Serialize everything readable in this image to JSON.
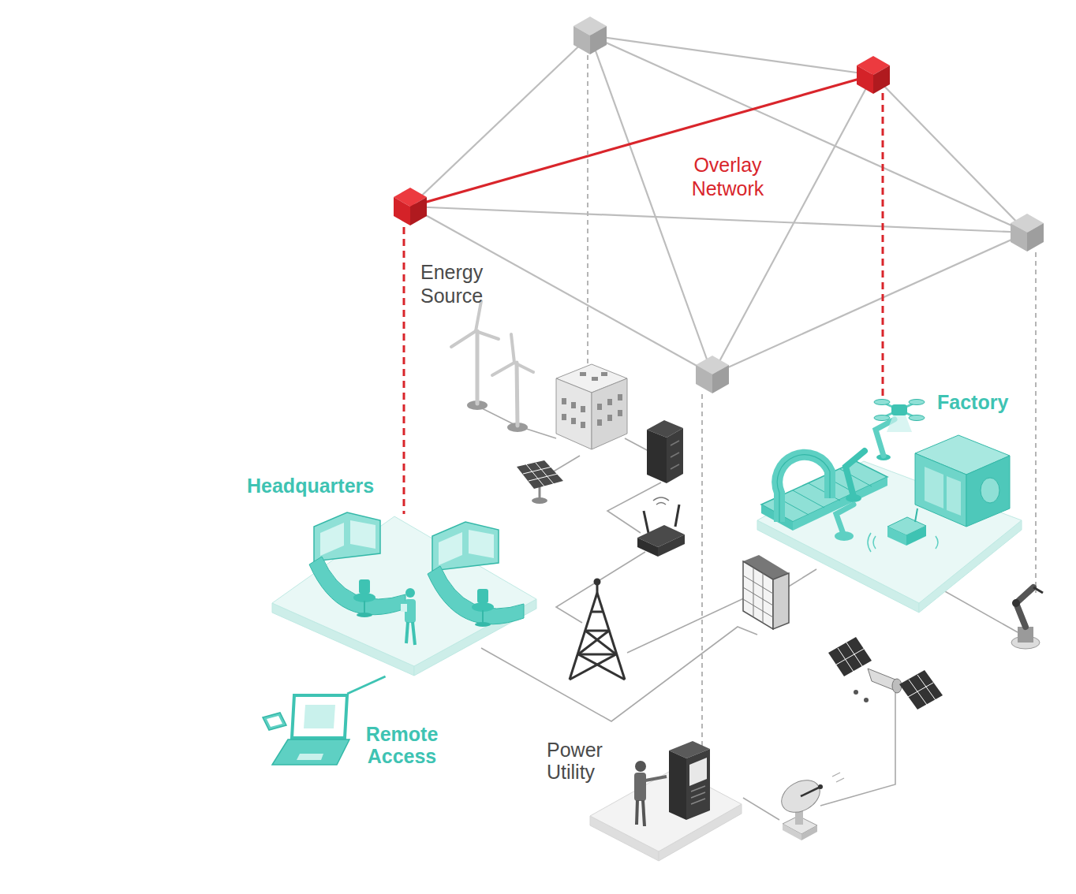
{
  "diagram": {
    "nodes": [
      {
        "text": [
          "Factory"
        ]
      },
      {
        "text": [
          "Headquarters"
        ]
      },
      {
        "text": [
          "Remote Access"
        ]
      },
      {
        "text": [
          "Power Utility"
        ]
      }
    ],
    "edges": [
      {
        "from": 2,
        "to": 1,
        "arrow": "none"
      }
    ],
    "labels": [
      "Overlay Network",
      "Energy Source"
    ]
  }
}
